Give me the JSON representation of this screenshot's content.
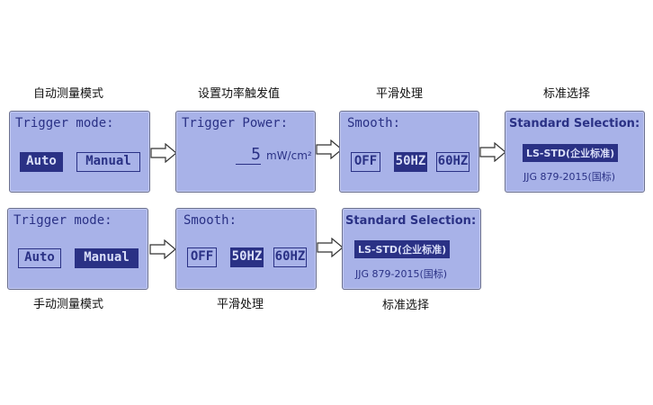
{
  "top_row": {
    "captions": [
      "自动测量模式",
      "设置功率触发值",
      "平滑处理",
      "标准选择"
    ],
    "trigger_mode": {
      "title": "Trigger mode:",
      "auto": "Auto",
      "manual": "Manual",
      "selected": "Auto"
    },
    "trigger_power": {
      "title": "Trigger Power:",
      "value": "5",
      "unit": "mW/cm²"
    },
    "smooth": {
      "title": "Smooth:",
      "options": [
        "OFF",
        "50HZ",
        "60HZ"
      ],
      "selected": "50HZ"
    },
    "standard": {
      "title": "Standard Selection:",
      "option1": "LS-STD(企业标准)",
      "option2": "JJG 879-2015(国标)",
      "selected": "LS-STD(企业标准)"
    }
  },
  "bottom_row": {
    "captions": [
      "手动测量模式",
      "平滑处理",
      "标准选择"
    ],
    "trigger_mode": {
      "title": "Trigger mode:",
      "auto": "Auto",
      "manual": "Manual",
      "selected": "Manual"
    },
    "smooth": {
      "title": "Smooth:",
      "options": [
        "OFF",
        "50HZ",
        "60HZ"
      ],
      "selected": "50HZ"
    },
    "standard": {
      "title": "Standard Selection:",
      "option1": "LS-STD(企业标准)",
      "option2": "JJG 879-2015(国标)",
      "selected": "LS-STD(企业标准)"
    }
  },
  "colors": {
    "panel_bg": "#a8b2e8",
    "lcd_text": "#2a3185",
    "inverse_text": "#d9def8"
  }
}
